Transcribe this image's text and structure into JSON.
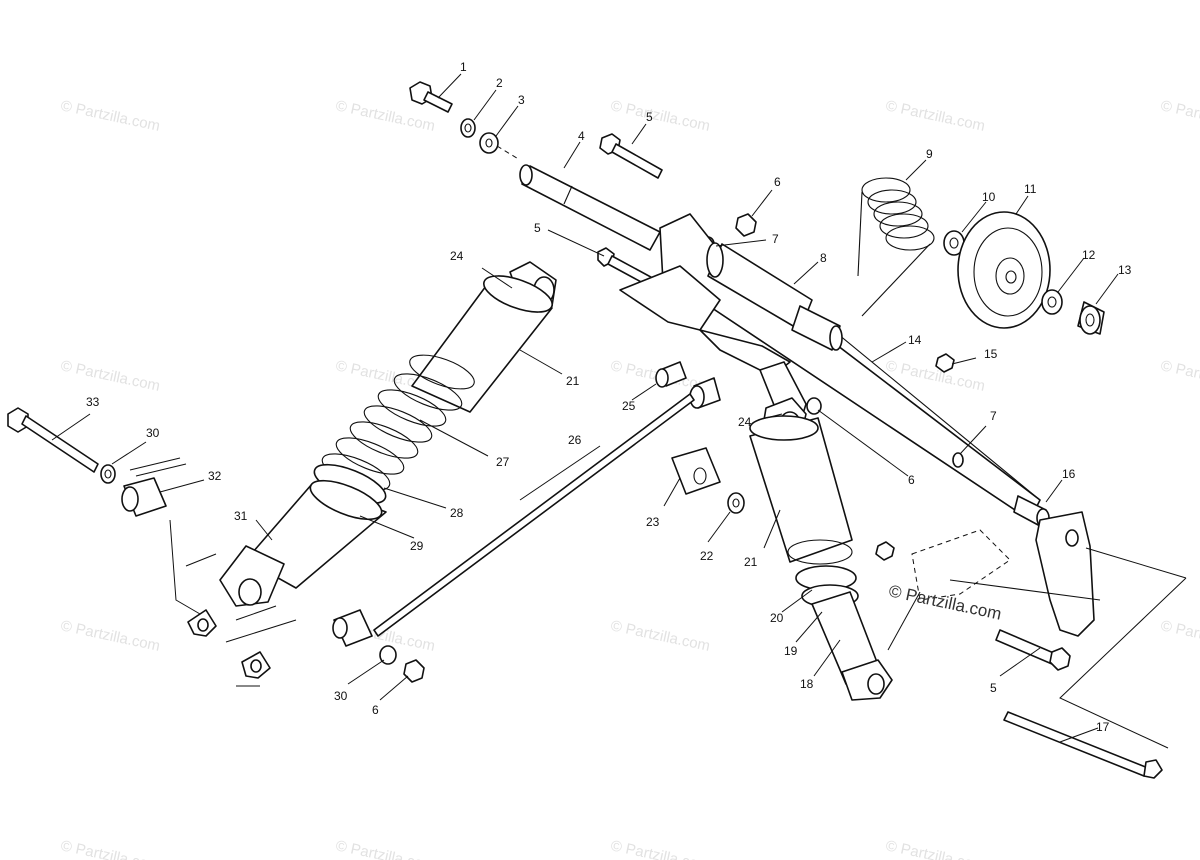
{
  "watermark": "© Partzilla.com",
  "credit": "© Partzilla.com",
  "callouts": [
    "1",
    "2",
    "3",
    "4",
    "5",
    "6",
    "7",
    "8",
    "9",
    "10",
    "11",
    "12",
    "13",
    "14",
    "15",
    "16",
    "17",
    "18",
    "19",
    "20",
    "21",
    "22",
    "23",
    "24",
    "25",
    "26",
    "27",
    "28",
    "29",
    "30",
    "31",
    "32",
    "33"
  ],
  "secondary_callouts": {
    "5b": "5",
    "5c": "5",
    "6b": "6",
    "6c": "6",
    "7b": "7",
    "21b": "21",
    "24b": "24",
    "30b": "30"
  },
  "colors": {
    "line": "#111111",
    "watermark": "#e2e2e2",
    "background": "#ffffff"
  }
}
